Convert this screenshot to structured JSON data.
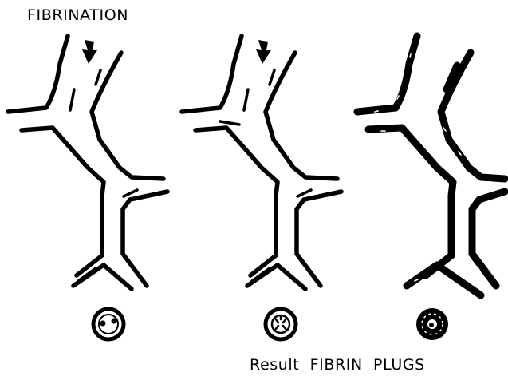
{
  "title": "FIBRINATION",
  "caption": {
    "result": "Result",
    "plugs": "FIBRIN  PLUGS"
  },
  "panels": [
    {
      "stage": "early",
      "arrow": "down-arrow",
      "cross_section": "vessel-cross-section-clots"
    },
    {
      "stage": "progressing",
      "arrow": "down-arrow",
      "cross_section": "vessel-cross-section-fibrin-strands"
    },
    {
      "stage": "plugged",
      "arrow": null,
      "cross_section": "vessel-cross-section-occluded"
    }
  ]
}
